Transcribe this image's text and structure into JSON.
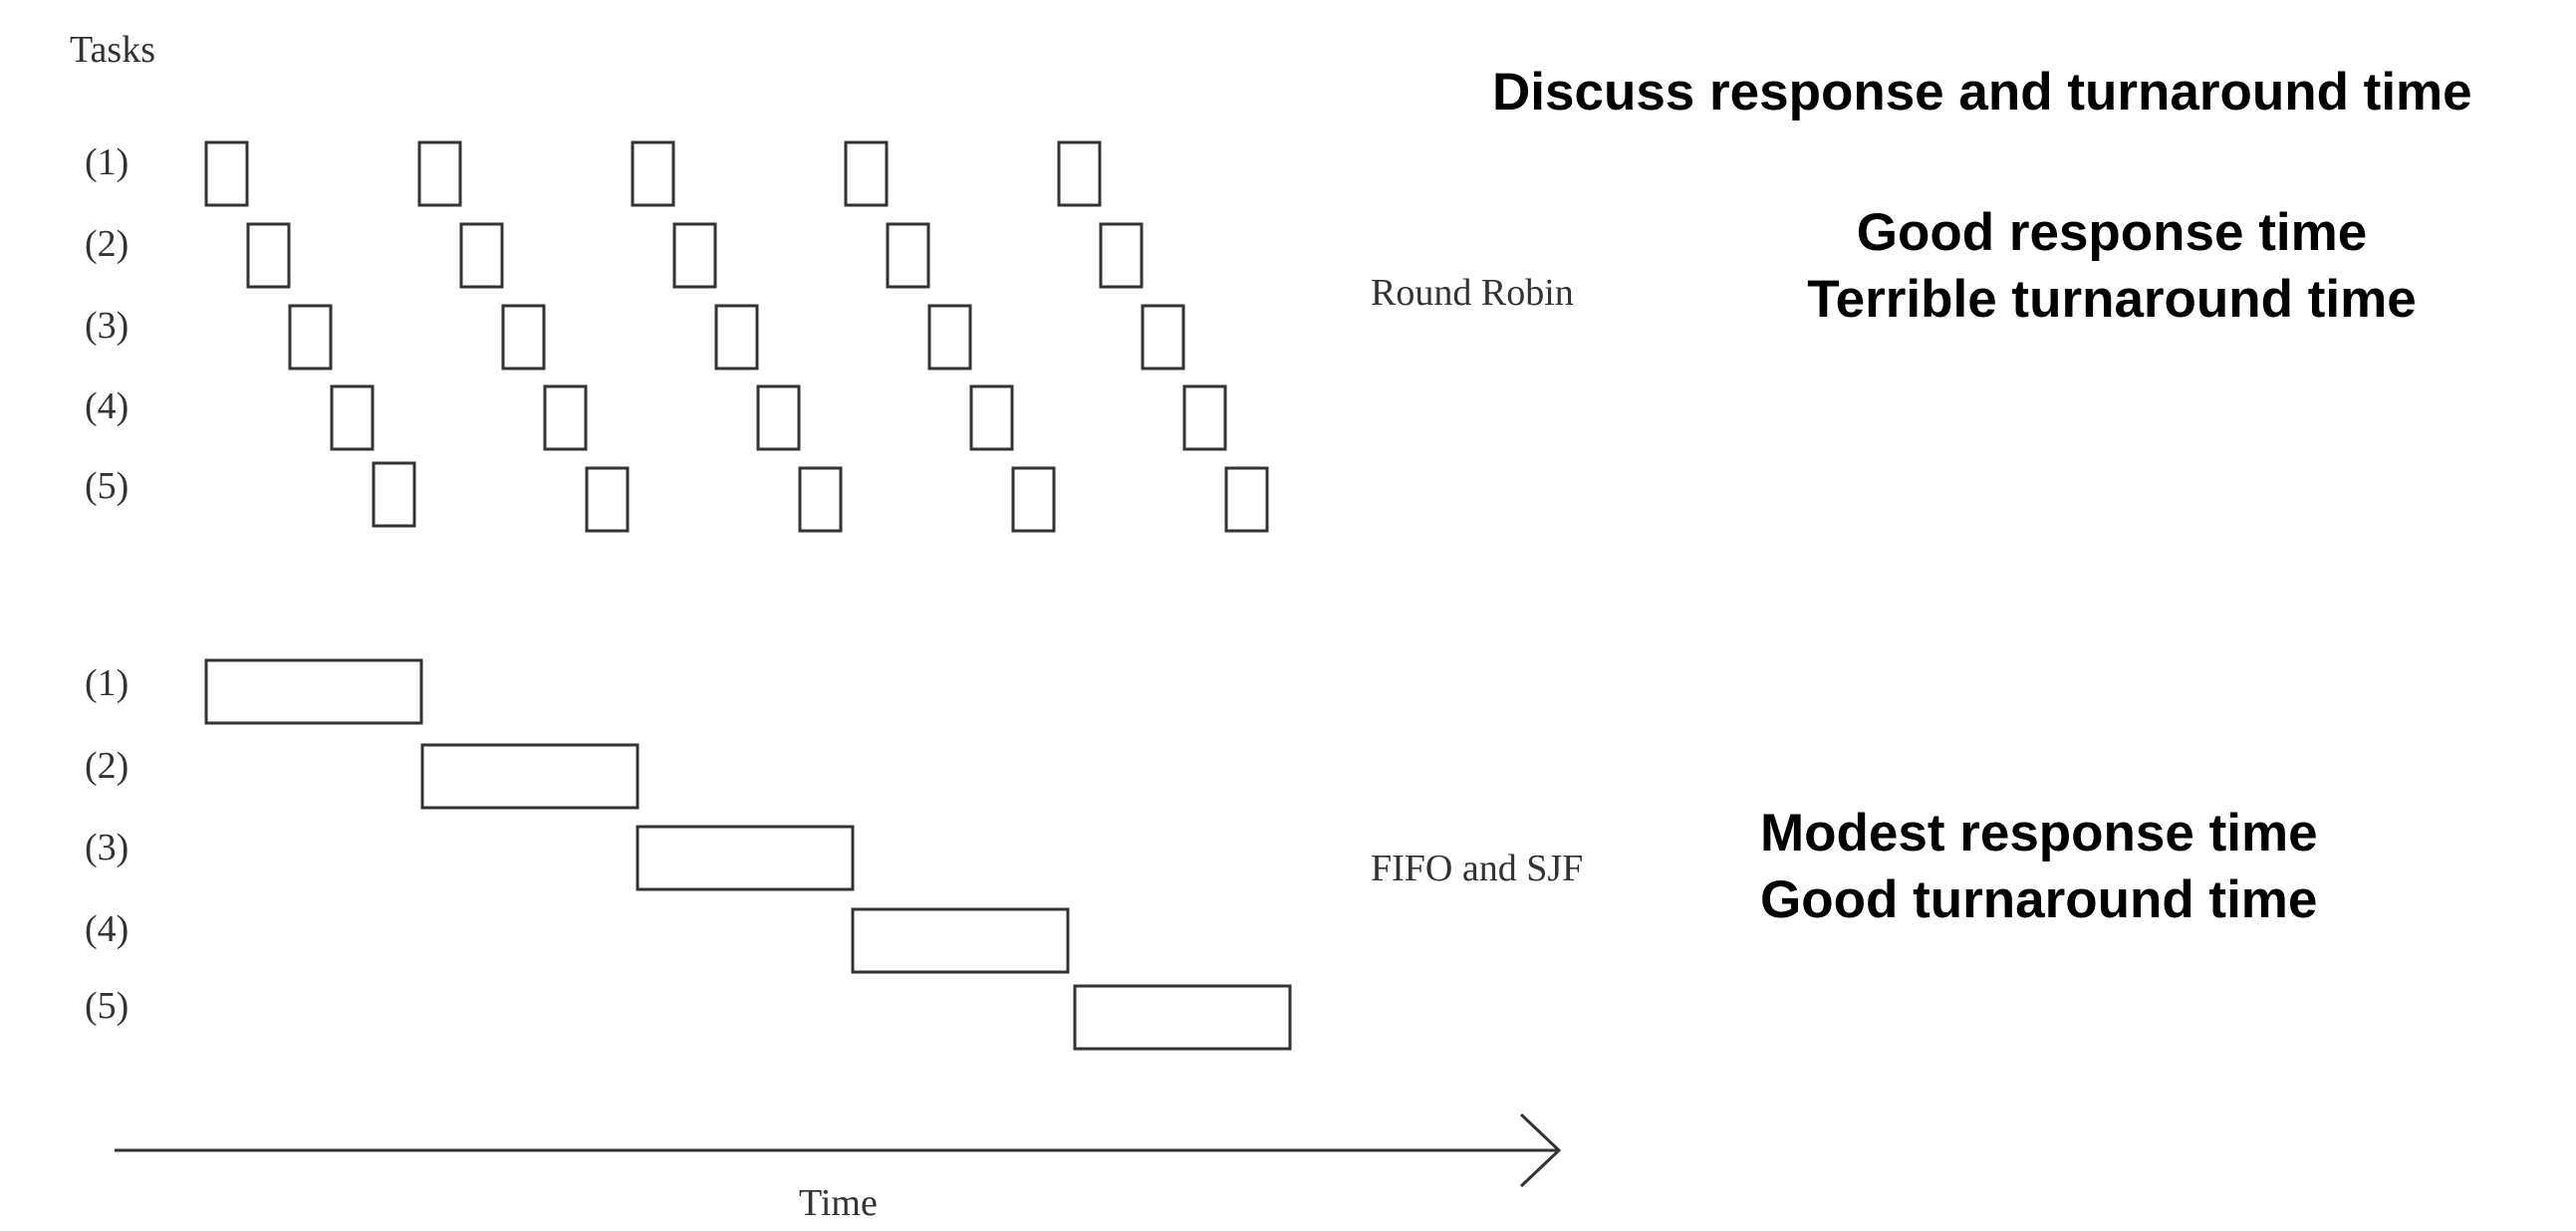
{
  "title": "Discuss response and turnaround time",
  "axis": {
    "y_label": "Tasks",
    "x_label": "Time"
  },
  "round_robin": {
    "label": "Round Robin",
    "tasks": [
      "(1)",
      "(2)",
      "(3)",
      "(4)",
      "(5)"
    ],
    "cycles": 5,
    "notes": [
      "Good response time",
      "Terrible turnaround time"
    ]
  },
  "fifo_sjf": {
    "label": "FIFO and SJF",
    "tasks": [
      "(1)",
      "(2)",
      "(3)",
      "(4)",
      "(5)"
    ],
    "notes": [
      "Modest response time",
      "Good turnaround time"
    ]
  },
  "colors": {
    "stroke": "#333333",
    "text": "#333333",
    "heading": "#000000"
  }
}
